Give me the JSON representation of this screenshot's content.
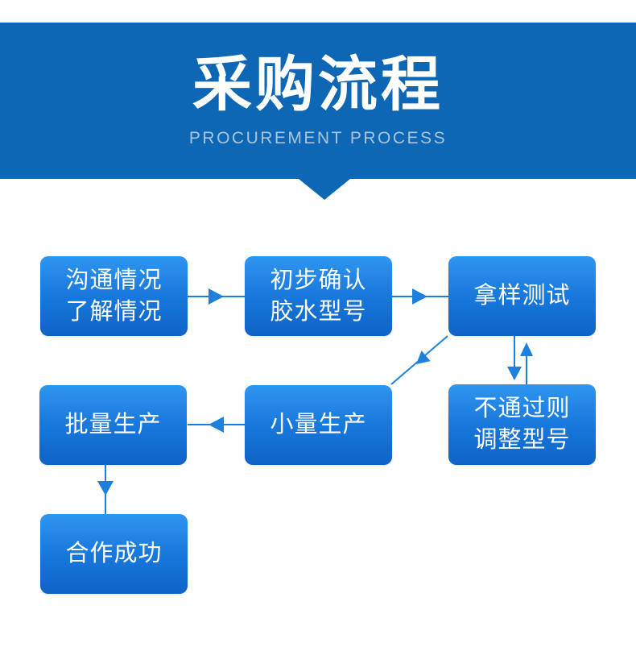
{
  "banner": {
    "title": "采购流程",
    "subtitle": "PROCUREMENT PROCESS"
  },
  "colors": {
    "banner_bg": "#0d67b5",
    "subtitle_text": "#a9c4de",
    "box_gradient_top": "#2f96f0",
    "box_gradient_bottom": "#0e63c7",
    "arrow": "#1d80dd",
    "node_text": "#ffffff"
  },
  "flowchart": {
    "nodes": [
      {
        "id": "inquiry",
        "lines": [
          "沟通情况",
          "了解情况"
        ]
      },
      {
        "id": "confirm-model",
        "lines": [
          "初步确认",
          "胶水型号"
        ]
      },
      {
        "id": "sample-test",
        "lines": [
          "拿样测试"
        ]
      },
      {
        "id": "mass-production",
        "lines": [
          "批量生产"
        ]
      },
      {
        "id": "small-batch",
        "lines": [
          "小量生产"
        ]
      },
      {
        "id": "adjust-model",
        "lines": [
          "不通过则",
          "调整型号"
        ]
      },
      {
        "id": "cooperation-success",
        "lines": [
          "合作成功"
        ]
      }
    ],
    "edges": [
      {
        "from": "inquiry",
        "to": "confirm-model",
        "direction": "right"
      },
      {
        "from": "confirm-model",
        "to": "sample-test",
        "direction": "right"
      },
      {
        "from": "sample-test",
        "to": "adjust-model",
        "direction": "down"
      },
      {
        "from": "adjust-model",
        "to": "sample-test",
        "direction": "up"
      },
      {
        "from": "sample-test",
        "to": "small-batch",
        "direction": "diagonal-down-left"
      },
      {
        "from": "small-batch",
        "to": "mass-production",
        "direction": "left"
      },
      {
        "from": "mass-production",
        "to": "cooperation-success",
        "direction": "down"
      }
    ]
  }
}
